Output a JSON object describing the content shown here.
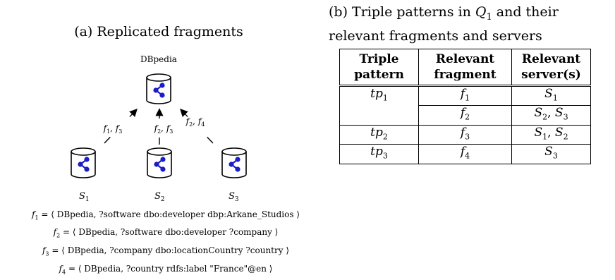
{
  "left_panel": {
    "caption": "(a) Replicated fragments",
    "source_label": "DBpedia",
    "servers": [
      "S1",
      "S2",
      "S3"
    ],
    "edge_labels": [
      "f1, f3",
      "f2, f3",
      "f2, f4"
    ],
    "fragments": [
      {
        "name": "f1",
        "text": "= ⟨ DBpedia, ?software dbo:developer dbp:Arkane_Studios ⟩"
      },
      {
        "name": "f2",
        "text": "= ⟨ DBpedia, ?software dbo:developer ?company ⟩"
      },
      {
        "name": "f3",
        "text": "= ⟨ DBpedia, ?company dbo:locationCountry ?country ⟩"
      },
      {
        "name": "f4",
        "text": "= ⟨ DBpedia, ?country rdfs:label \"France\"@en ⟩"
      }
    ]
  },
  "right_panel": {
    "caption": "(b) Triple patterns in Q1 and their relevant fragments and servers",
    "headers": [
      [
        "Triple",
        "pattern"
      ],
      [
        "Relevant",
        "fragment"
      ],
      [
        "Relevant",
        "server(s)"
      ]
    ],
    "rows": [
      {
        "pattern": "tp1",
        "fragment": "f1",
        "servers": "S1"
      },
      {
        "pattern": "",
        "fragment": "f2",
        "servers": "S2, S3"
      },
      {
        "pattern": "tp2",
        "fragment": "f3",
        "servers": "S1, S2"
      },
      {
        "pattern": "tp3",
        "fragment": "f4",
        "servers": "S3"
      }
    ]
  },
  "colors": {
    "node": "#1c1cc8",
    "line": "#000000"
  }
}
